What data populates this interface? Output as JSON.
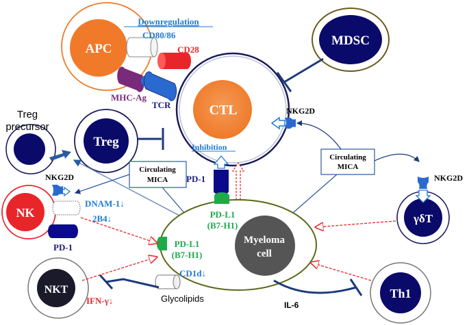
{
  "cells": {
    "apc": "APC",
    "mdsc": "MDSC",
    "ctl": "CTL",
    "treg": "Treg",
    "treg_precursor_line1": "Treg",
    "treg_precursor_line2": "precursor",
    "nk": "NK",
    "nkt": "NKT",
    "myeloma_line1": "Myeloma",
    "myeloma_line2": "cell",
    "gamma_delta_t": "γδT",
    "th1": "Th1"
  },
  "labels": {
    "downregulation": "Downregulation",
    "cd80_86": "CD80/86",
    "cd28": "CD28",
    "mhc_ag": "MHC-Ag",
    "tcr": "TCR",
    "nkg2d_ctl": "NKG2D",
    "nkg2d_nk": "NKG2D",
    "nkg2d_gdt": "NKG2D",
    "inhibition": "Inhibition",
    "pd1_ctl": "PD-1",
    "pd1_nk": "PD-1",
    "pdl1_top_line1": "PD-L1",
    "pdl1_top_line2": "(B7-H1)",
    "pdl1_left_line1": "PD-L1",
    "pdl1_left_line2": "(B7-H1)",
    "dnam1": "DNAM-1↓",
    "b24": "2B4↓",
    "cd1d": "CD1d↓",
    "glycolipids": "Glycolipids",
    "ifn": "IFN-γ↓",
    "il6": "IL-6"
  },
  "boxes": {
    "mica_left_line1": "Circulating",
    "mica_left_line2": "MICA",
    "mica_right_line1": "Circulating",
    "mica_right_line2": "MICA"
  },
  "colors": {
    "navy": "#1a1a7a",
    "orange": "#f07a2a",
    "red": "#e8262a",
    "blue": "#1f7bd0",
    "green": "#1faa4a",
    "purple": "#7a2a7a",
    "grey": "#5a5a5a",
    "olive": "#6b7a2a"
  }
}
